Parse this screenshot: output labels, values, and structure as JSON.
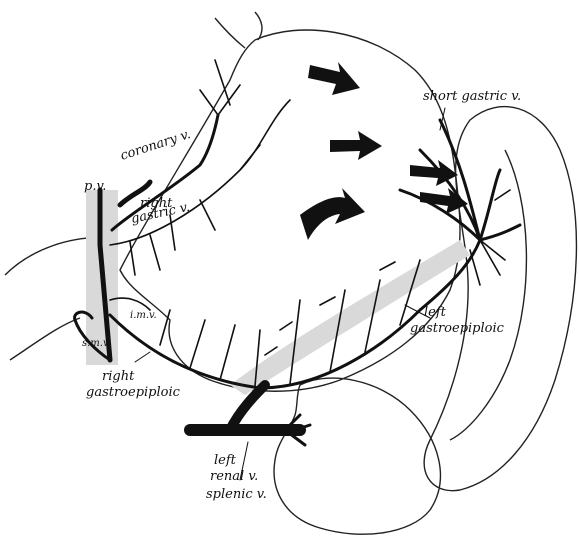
{
  "labels": {
    "coronary": "coronary v.",
    "short_gastric": "short gastric v.",
    "pv": "p.v.",
    "right_gastric_1": "right",
    "right_gastric_2": "gastric v.",
    "imv": "i.m.v.",
    "smv": "s.m.v.",
    "right_gastroepiploic_1": "right",
    "right_gastroepiploic_2": "gastroepiploic",
    "left_gastroepiploic_1": "left",
    "left_gastroepiploic_2": "gastroepiploic",
    "left_renal_1": "left",
    "left_renal_2": "renal v.",
    "splenic": "splenic v."
  }
}
